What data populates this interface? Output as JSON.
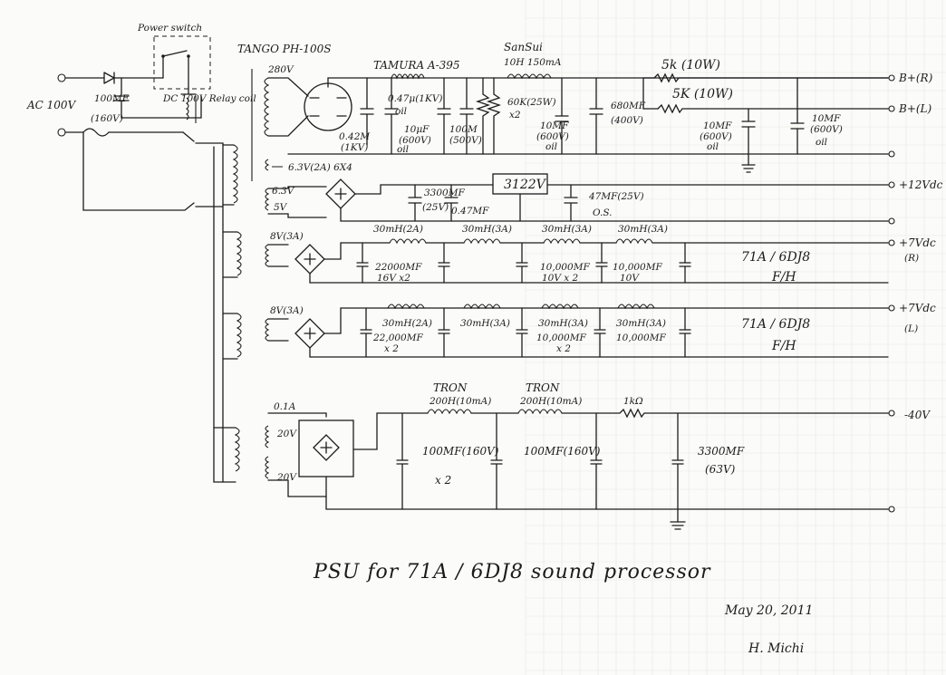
{
  "labels": {
    "power_switch": "Power switch",
    "ac_in": "AC 100V",
    "cap_100mf": "100MF",
    "cap_160v": "(160V)",
    "relay_coil": "DC 100V Relay coil",
    "transformer": "TANGO PH-100S",
    "v280": "280V",
    "choke_tamura": "TAMURA A-395",
    "cap_047": "0.47μ(1KV)",
    "oil1": "oil",
    "cap_042": "0.42M",
    "v1kv": "(1KV)",
    "cap_10uf_600": "10μF",
    "v600_1": "(600V)",
    "oil2": "oil",
    "cap_100m": "100M",
    "v500": "(500V)",
    "choke_sansui": "SanSui",
    "choke_sansui_spec": "10H 150mA",
    "res_60k": "60K(25W)",
    "res_x2": "x2",
    "cap_10mf_1": "10MF",
    "v600_2": "(600V)",
    "oil3": "oil",
    "cap_680mf": "680MF",
    "v400": "(400V)",
    "res_5k_r": "5k (10W)",
    "res_5k_l": "5K (10W)",
    "cap_10mf_2": "10MF",
    "v600_3": "(600V)",
    "oil4": "oil",
    "cap_10mf_3": "10MF",
    "v600_4": "(600V)",
    "oil5": "oil",
    "out_bplus_r": "B+(R)",
    "out_bplus_l": "B+(L)",
    "heater_63": "6.3V(2A) 6X4",
    "w63": "6.3V",
    "w5v": "5V",
    "cap_3300mf_25": "3300MF",
    "v25_1": "(25V)",
    "cap_047mf": "0.47MF",
    "reg": "3122V",
    "cap_47mf": "47MF(25V)",
    "os": "O.S.",
    "out_12v": "+12Vdc",
    "w8v_r": "8V(3A)",
    "l30_2a_r": "30mH(2A)",
    "l30_3a_r1": "30mH(3A)",
    "l30_3a_r2": "30mH(3A)",
    "l30_3a_r3": "30mH(3A)",
    "cap_22000_r": "22000MF",
    "v16x2": "16V x2",
    "cap_10000_r1": "10,000MF",
    "v10x2_r": "10V x 2",
    "cap_10000_r2": "10,000MF",
    "v10_r": "10V",
    "tube_r": "71A / 6DJ8",
    "fh_r": "F/H",
    "out_7v_r": "+7Vdc",
    "out_r": "(R)",
    "w8v_l": "8V(3A)",
    "l30_2a_l": "30mH(2A)",
    "l30_3a_l1": "30mH(3A)",
    "l30_3a_l2": "30mH(3A)",
    "l30_3a_l3": "30mH(3A)",
    "cap_22000_l": "22,000MF",
    "x2_l1": "x 2",
    "cap_10000_l1": "10,000MF",
    "x2_l2": "x 2",
    "cap_10000_l2": "10,000MF",
    "tube_l": "71A / 6DJ8",
    "fh_l": "F/H",
    "out_7v_l": "+7Vdc",
    "out_l": "(L)",
    "w01a": "0.1A",
    "w20v_1": "20V",
    "w20v_2": "20V",
    "tron1": "TRON",
    "tron1_spec": "200H(10mA)",
    "tron2": "TRON",
    "tron2_spec": "200H(10mA)",
    "res_1k": "1kΩ",
    "cap_100mf_160": "100MF(160V)",
    "x2_n": "x 2",
    "cap_100mf_160b": "100MF(160V)",
    "cap_3300mf_63": "3300MF",
    "v63": "(63V)",
    "out_neg40": "-40V",
    "title": "PSU  for  71A / 6DJ8   sound processor",
    "date": "May 20, 2011",
    "author": "H. Michi"
  }
}
